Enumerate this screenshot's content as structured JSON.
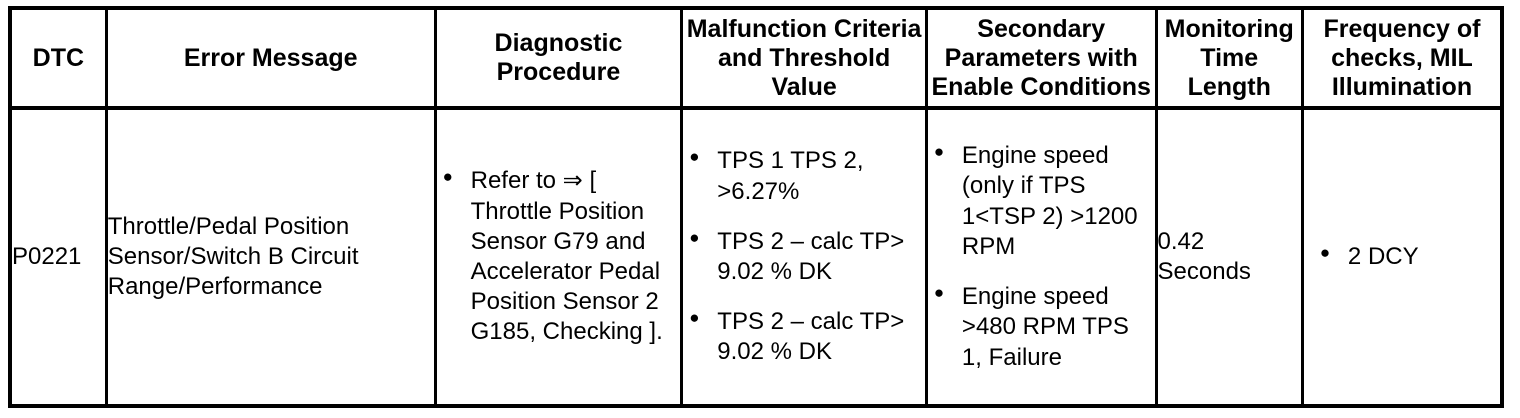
{
  "table": {
    "headers": [
      "DTC",
      "Error Message",
      "Diagnostic Procedure",
      "Malfunction Criteria and Threshold Value",
      "Secondary Parameters with Enable Conditions",
      "Monitoring Time Length",
      "Frequency of checks, MIL Illumination"
    ],
    "header_lines": {
      "dtc": [
        "DTC"
      ],
      "error_message": [
        "Error Message"
      ],
      "diagnostic_procedure": [
        "Diagnostic",
        "Procedure"
      ],
      "malfunction_criteria": [
        "Malfunction Criteria",
        "and Threshold",
        "Value"
      ],
      "secondary_parameters": [
        "Secondary",
        "Parameters with",
        "Enable Conditions"
      ],
      "monitoring_time": [
        "Monitoring",
        "Time",
        "Length"
      ],
      "frequency_checks": [
        "Frequency of",
        "checks, MIL",
        "Illumination"
      ]
    },
    "rows": [
      {
        "dtc": "P0221",
        "error_message_lines": [
          "Throttle/Pedal Position",
          "Sensor/Switch B Circuit",
          "Range/Performance"
        ],
        "diagnostic_procedure_bullets": [
          "Refer to ⇒ [ Throttle Position Sensor G79 and Accelerator Pedal Position Sensor 2 G185, Checking ]."
        ],
        "malfunction_criteria_bullets": [
          "TPS 1 TPS 2, >6.27%",
          "TPS 2 – calc TP> 9.02 % DK",
          "TPS 2 – calc TP> 9.02 % DK"
        ],
        "secondary_parameters_bullets": [
          "Engine speed (only if TPS 1<TSP 2) >1200 RPM",
          "Engine speed >480 RPM TPS 1, Failure"
        ],
        "monitoring_time_lines": [
          "0.42",
          "Seconds"
        ],
        "frequency_bullets": [
          "2 DCY"
        ]
      }
    ]
  },
  "colors": {
    "border": "#000000",
    "text": "#000000",
    "background": "#ffffff"
  }
}
